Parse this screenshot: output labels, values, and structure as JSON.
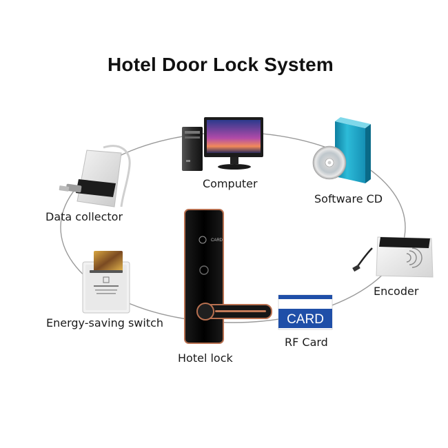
{
  "title": "Hotel Door Lock System",
  "nodes": {
    "computer": {
      "label": "Computer"
    },
    "software_cd": {
      "label": "Software CD"
    },
    "encoder": {
      "label": "Encoder"
    },
    "rf_card": {
      "label": "RF Card",
      "card_text": "CARD"
    },
    "hotel_lock": {
      "label": "Hotel lock",
      "lock_text": "CARD"
    },
    "energy_switch": {
      "label": "Energy-saving switch"
    },
    "data_collector": {
      "label": "Data collector"
    }
  },
  "colors": {
    "card_blue": "#1f4fa8",
    "lock_body": "#111111",
    "lock_trim": "#b87050",
    "cd_box": "#1aa7c9",
    "connector": "#9a9a9a"
  }
}
